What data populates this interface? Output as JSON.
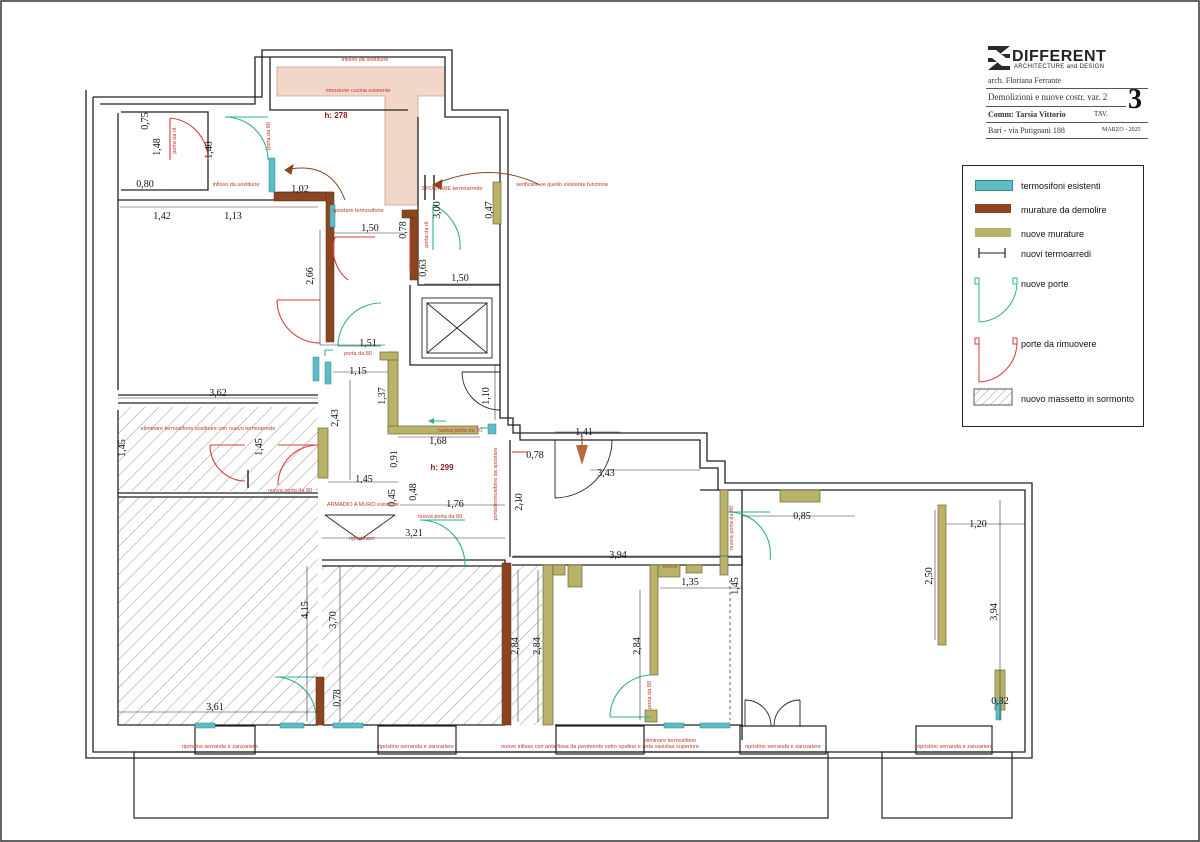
{
  "title_block": {
    "brand": "DIFFERENT",
    "brand_sub": "ARCHITECTURE and DESIGN",
    "architect": "arch. Floriana Ferrante",
    "subject": "Demolizioni e nuove costr. var. 2",
    "sheet_number": "3",
    "client": "Comm: Tarsia Vittorio",
    "tav_label": "TAV.",
    "address": "Bari - via Putignani 188",
    "date": "MARZO - 2025"
  },
  "legend": {
    "items": [
      {
        "label": "termosifoni esistenti",
        "color": "#5fbcc4"
      },
      {
        "label": "murature da demolire",
        "color": "#8b4520"
      },
      {
        "label": "nuove murature",
        "color": "#b8b26a"
      },
      {
        "label": "nuovi termoarredi",
        "color": "#222222"
      },
      {
        "label": "nuove porte",
        "color": "#2fb38a"
      },
      {
        "label": "porte da rimuovere",
        "color": "#e03a3a"
      },
      {
        "label": "nuovo massetto in sormonto",
        "color": "#999999"
      }
    ]
  },
  "annotations": {
    "infisso_sostituire_top": "infisso da sostituire",
    "rimozione_cucina": "rimozione cucina esistente",
    "h278": "h: 278",
    "porta_da_top": "porta da 80",
    "porta_da_ril": "porta da ril.",
    "infisso_sostituire_left": "infisso da sostituire",
    "spostare_termosifone": "spostare termosifone",
    "spostare_termoarredo": "SPOSTARE termoarredo",
    "verificare": "verificare se quello esistente funziona",
    "porta_da_80": "porta da 80",
    "porta_da_70": "nuova porta da 70",
    "eliminare_termosifone": "eliminare termosifone sostituire con nuovo termoarredo",
    "h299": "h: 299",
    "nuova_porta_80_left": "nuova porta da 80",
    "armadio": "ARMADIO A MURO esistente",
    "ripristinare": "ripristinare",
    "nuova_porta_80_mid": "nuova porta da 80",
    "portatermosifone": "porta/termosifone da spostare",
    "nuova_porta_80_right": "nuova porta da 80",
    "nuova_porta_80_bottom": "nuova porta da 80",
    "nuova_porta_80_v": "porta da 80",
    "eliminare_termosifone_bottom": "eliminare termosifone",
    "ripristino_1": "ripristino serranda e zanzariere",
    "ripristino_2": "ripristino serranda e zanzariere",
    "nuovo_infisso": "nuovo infisso con anta fissa da pavimento vetro opalino e anta vasistas superiore",
    "ripristino_3": "ripristino serranda e zanzariere",
    "ripristino_4": "ripristino serranda e zanzariere",
    "nicchia_label": "nicchia"
  },
  "dimensions": {
    "d_0_75": "0,75",
    "d_1_48": "1,48",
    "d_1_40": "1,40",
    "d_0_80": "0,80",
    "d_1_02": "1,02",
    "d_1_42": "1,42",
    "d_1_13": "1,13",
    "d_1_50_a": "1,50",
    "d_3_00": "3,00",
    "d_0_47": "0,47",
    "d_0_78": "0,78",
    "d_0_63": "0,63",
    "d_1_50_b": "1,50",
    "d_2_66": "2,66",
    "d_1_51": "1,51",
    "d_1_15": "1,15",
    "d_1_37": "1,37",
    "d_1_10": "1,10",
    "d_3_62": "3,62",
    "d_2_43": "2,43",
    "d_1_68": "1,68",
    "d_1_41": "1,41",
    "d_0_78b": "0,78",
    "d_3_43": "3,43",
    "d_1_45_a": "1,45",
    "d_1_45_b": "1,45",
    "d_0_91": "0,91",
    "d_1_45_c": "1,45",
    "d_0_48": "0,48",
    "d_0_45": "0,45",
    "d_1_76": "1,76",
    "d_2_10": "2,10",
    "d_3_21": "3,21",
    "d_3_94_a": "3,94",
    "d_0_85": "0,85",
    "d_1_20": "1,20",
    "d_1_45_d": "1,45",
    "d_1_35": "1,35",
    "d_4_15": "4,15",
    "d_3_70": "3,70",
    "d_2_84_a": "2,84",
    "d_2_84_b": "2,84",
    "d_2_84_c": "2,84",
    "d_2_50": "2,50",
    "d_3_94_b": "3,94",
    "d_3_61": "3,61",
    "d_0_78c": "0,78",
    "d_0_32": "0,32"
  }
}
